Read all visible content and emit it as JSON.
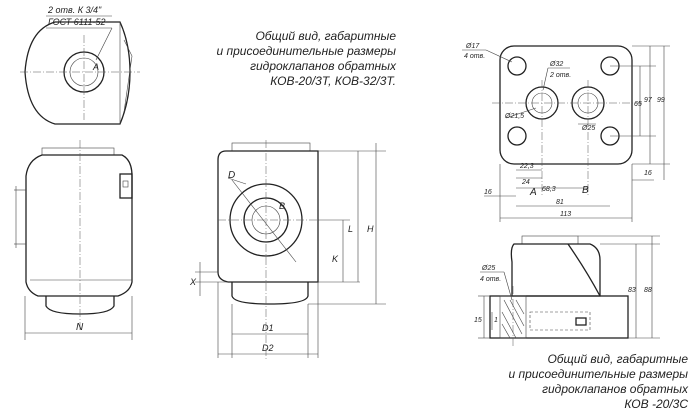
{
  "captions": {
    "top": [
      "Общий вид, габаритные",
      "и присоединительные размеры",
      "гидроклапанов  обратных",
      "КОВ-20/3Т, КОВ-32/3Т."
    ],
    "bottom": [
      "Общий вид, габаритные",
      "и присоединительные размеры",
      "гидроклапанов  обратных",
      "КОВ -20/3С"
    ]
  },
  "labels": {
    "thread": "2 отв. К 3/4\"",
    "gost": "ГОСТ 6111-52",
    "a_top": "A",
    "n": "N",
    "d": "D",
    "b": "B",
    "x": "X",
    "k": "K",
    "l": "L",
    "h": "H",
    "d1": "D1",
    "d2": "D2",
    "phi17": "Ø17",
    "holes4": "4 отв.",
    "phi32": "Ø32",
    "holes2": "2 отв.",
    "phi21": "Ø21,5",
    "phi25": "Ø25",
    "d22": "22,3",
    "d24": "24",
    "a_right": "A",
    "b_right": "B",
    "a_dist": "68,3",
    "d16": "16",
    "d81": "81",
    "d113": "113",
    "d65": "65",
    "d97": "97",
    "d99": "99",
    "d16v": "16",
    "phi25b": "Ø25",
    "holes4b": "4 отв.",
    "d15": "15",
    "d1v": "1",
    "d83": "83",
    "d88": "88"
  }
}
